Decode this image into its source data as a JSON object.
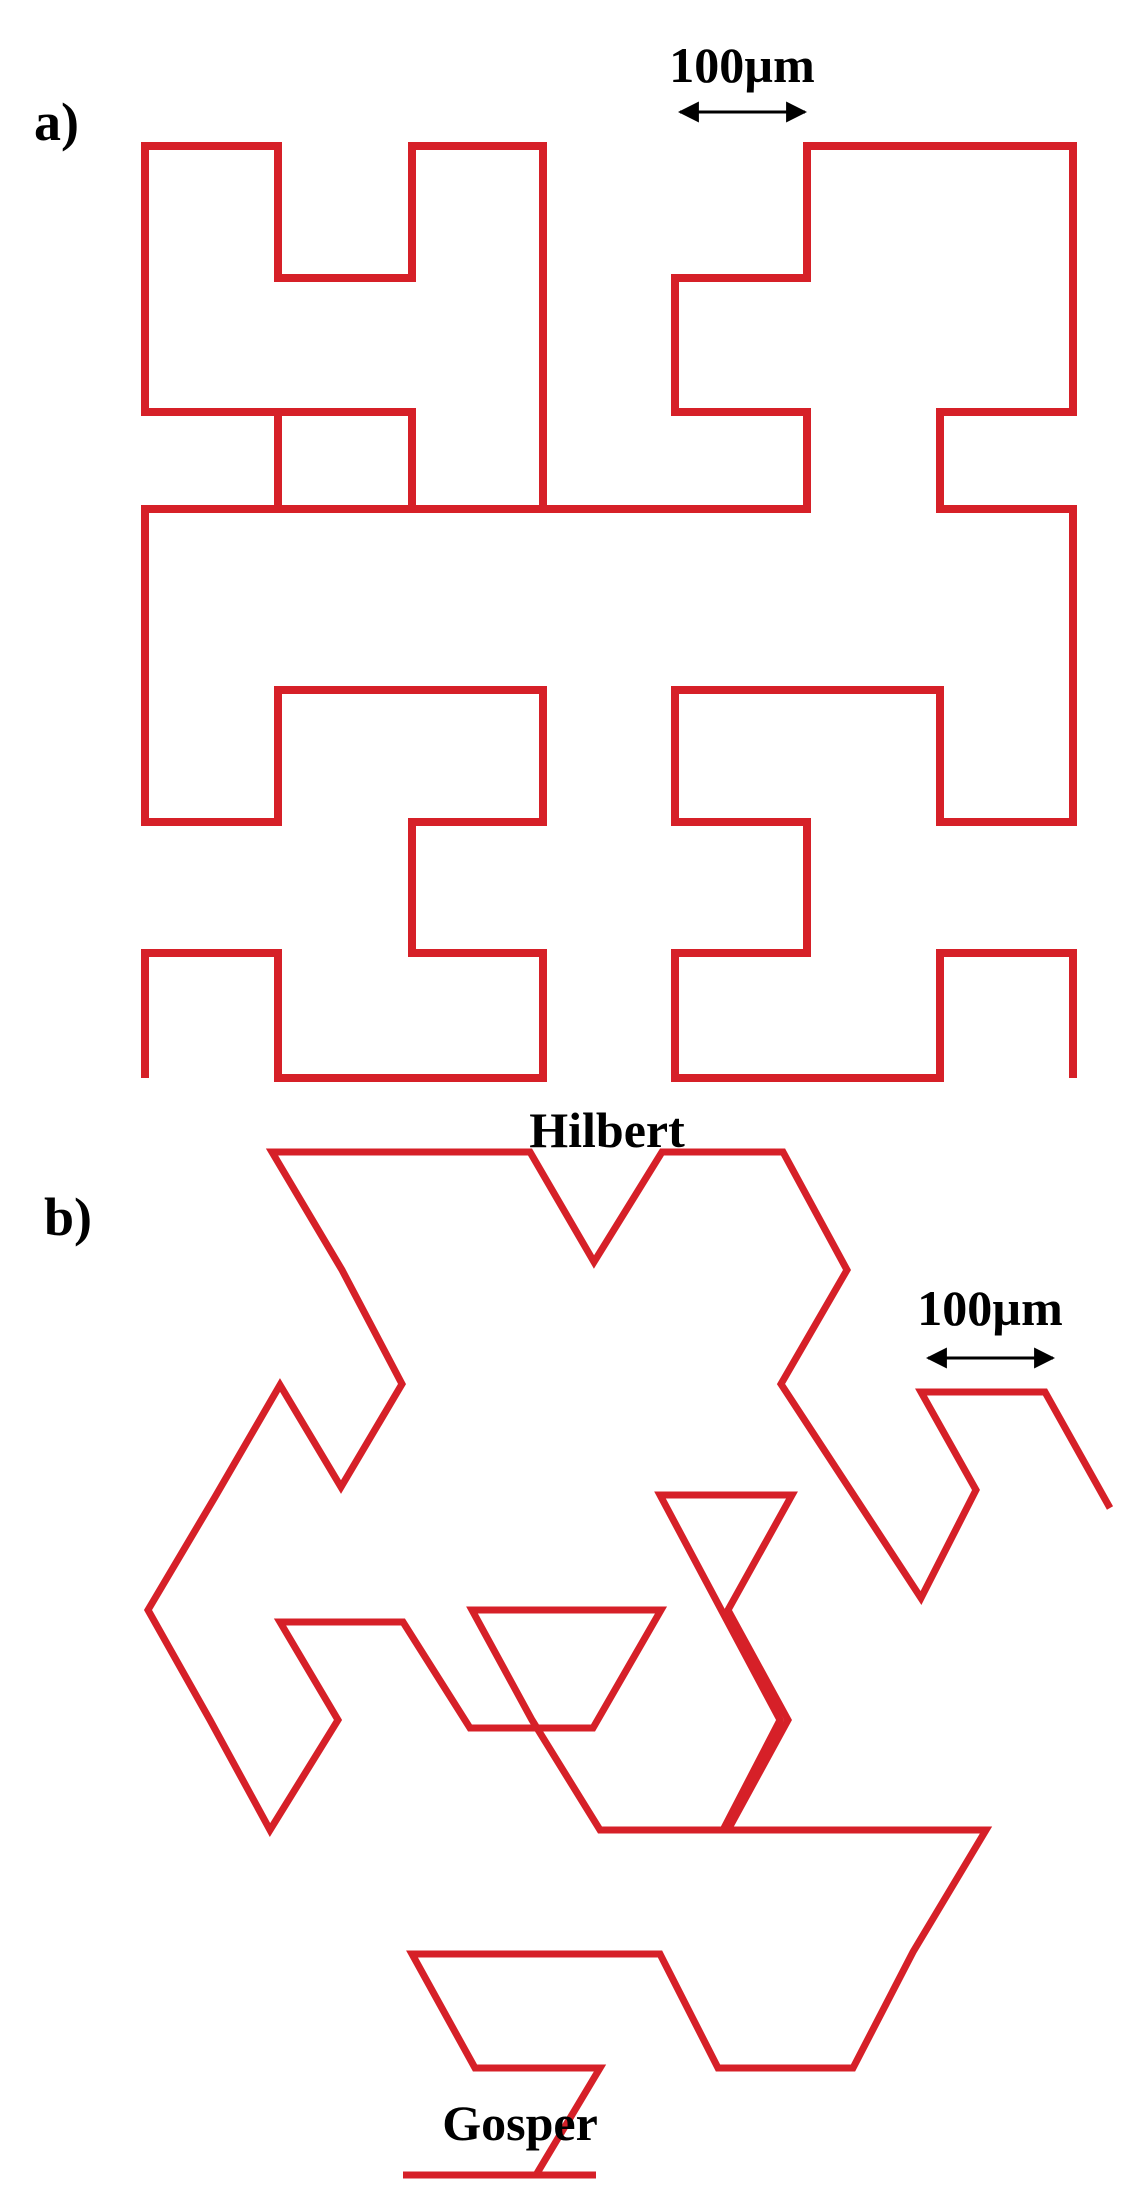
{
  "figure": {
    "line_color": "#d62028",
    "text_color": "#000000",
    "panels": [
      {
        "id": "a",
        "label": "a)",
        "caption": "Hilbert",
        "curve": "hilbert",
        "scale_bar": {
          "label": "100µm"
        }
      },
      {
        "id": "b",
        "label": "b)",
        "caption": "Gosper",
        "curve": "gosper",
        "scale_bar": {
          "label": "100µm"
        }
      }
    ]
  }
}
